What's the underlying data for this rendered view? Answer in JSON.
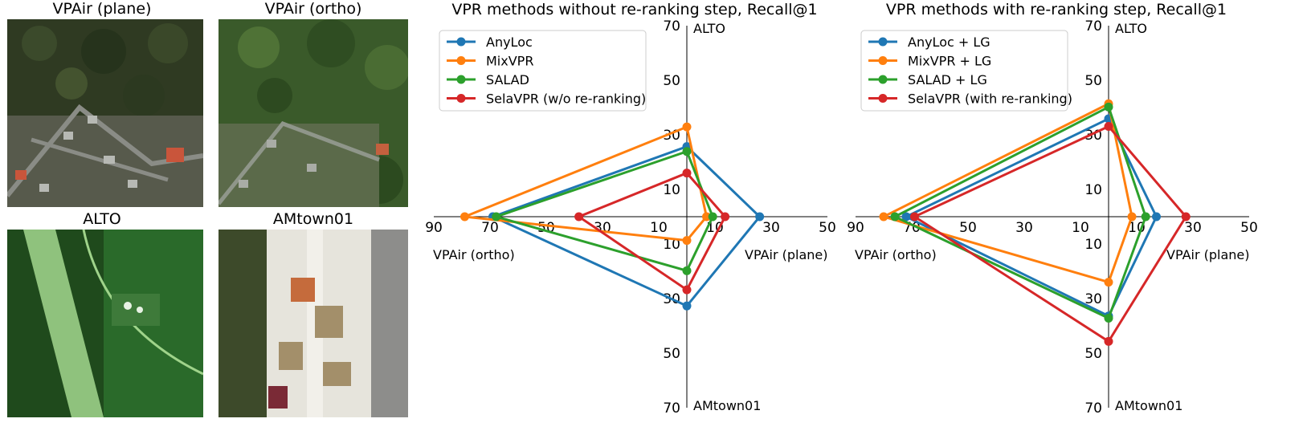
{
  "images": [
    {
      "title": "VPAir (plane)",
      "kind": "suburb"
    },
    {
      "title": "VPAir (ortho)",
      "kind": "suburb-ortho"
    },
    {
      "title": "ALTO",
      "kind": "field"
    },
    {
      "title": "AMtown01",
      "kind": "town"
    }
  ],
  "colors": {
    "AnyLoc": "#1f77b4",
    "MixVPR": "#ff7f0e",
    "SALAD": "#2ca02c",
    "SelaVPR": "#d62728"
  },
  "chart_data": [
    {
      "type": "radar",
      "title": "VPR methods without re-ranking step, Recall@1",
      "axes": [
        "VPAir (plane)",
        "ALTO",
        "VPAir (ortho)",
        "AMtown01"
      ],
      "horizontal_ticks": [
        "90",
        "70",
        "50",
        "30",
        "10",
        "10",
        "30",
        "50"
      ],
      "vertical_ticks": [
        "70",
        "50",
        "30",
        "10",
        "10",
        "30",
        "50",
        "70"
      ],
      "range": [
        0,
        70
      ],
      "legend_position": "top-left",
      "series": [
        {
          "name": "AnyLoc",
          "values": {
            "VPAir (plane)": 25.9,
            "ALTO": 25.7,
            "VPAir (ortho)": 69.0,
            "AMtown01": 32.7
          }
        },
        {
          "name": "MixVPR",
          "values": {
            "VPAir (plane)": 7.0,
            "ALTO": 32.9,
            "VPAir (ortho)": 79.0,
            "AMtown01": 8.7
          }
        },
        {
          "name": "SALAD",
          "values": {
            "VPAir (plane)": 9.2,
            "ALTO": 23.9,
            "VPAir (ortho)": 67.8,
            "AMtown01": 19.8
          }
        },
        {
          "name": "SelaVPR (w/o re-ranking)",
          "values": {
            "VPAir (plane)": 13.6,
            "ALTO": 16.0,
            "VPAir (ortho)": 38.4,
            "AMtown01": 26.8
          }
        }
      ]
    },
    {
      "type": "radar",
      "title": "VPR methods with re-ranking step, Recall@1",
      "axes": [
        "VPAir (plane)",
        "ALTO",
        "VPAir (ortho)",
        "AMtown01"
      ],
      "horizontal_ticks": [
        "90",
        "70",
        "50",
        "30",
        "10",
        "10",
        "30",
        "50"
      ],
      "vertical_ticks": [
        "70",
        "50",
        "30",
        "10",
        "10",
        "30",
        "50",
        "70"
      ],
      "range": [
        0,
        70
      ],
      "legend_position": "top-left",
      "series": [
        {
          "name": "AnyLoc + LG",
          "values": {
            "VPAir (plane)": 17.0,
            "ALTO": 35.9,
            "VPAir (ortho)": 72.0,
            "AMtown01": 36.4
          }
        },
        {
          "name": "MixVPR + LG",
          "values": {
            "VPAir (plane)": 8.3,
            "ALTO": 41.4,
            "VPAir (ortho)": 80.0,
            "AMtown01": 24.0
          }
        },
        {
          "name": "SALAD + LG",
          "values": {
            "VPAir (plane)": 13.2,
            "ALTO": 40.2,
            "VPAir (ortho)": 76.0,
            "AMtown01": 37.2
          }
        },
        {
          "name": "SelaVPR (with re-ranking)",
          "values": {
            "VPAir (plane)": 27.5,
            "ALTO": 33.1,
            "VPAir (ortho)": 69.0,
            "AMtown01": 45.7
          }
        }
      ]
    }
  ]
}
